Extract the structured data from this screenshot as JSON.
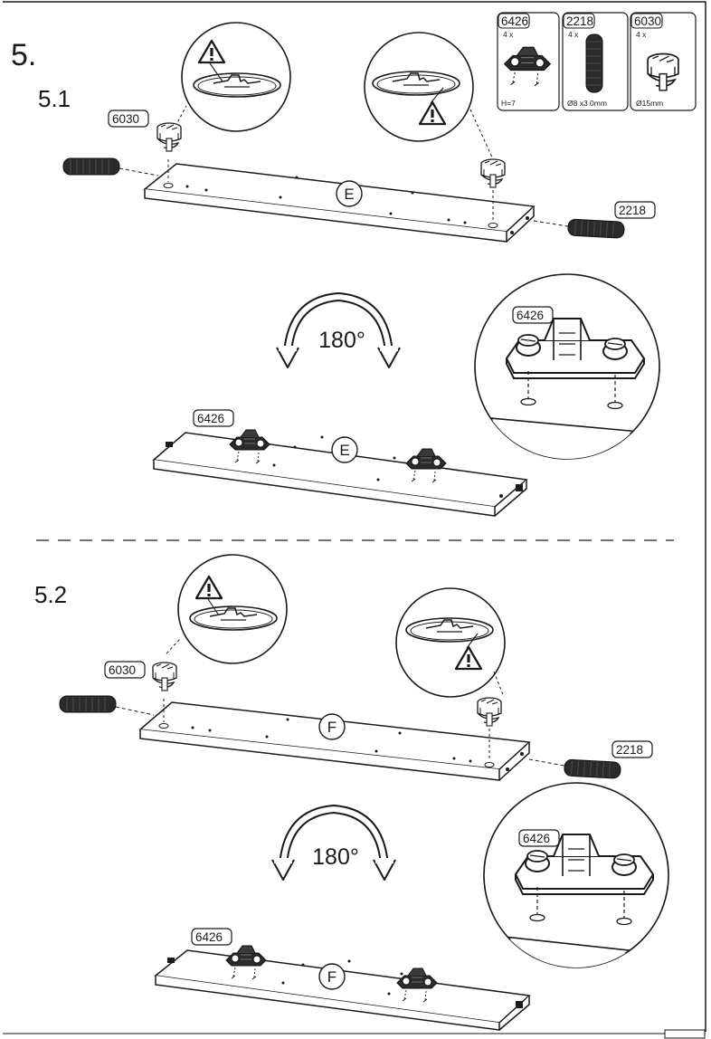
{
  "step": {
    "number": "5."
  },
  "parts": [
    {
      "code": "6426",
      "qty": "4 x",
      "note": "H=7"
    },
    {
      "code": "2218",
      "qty": "4 x",
      "note": "Ø8 x3 0mm"
    },
    {
      "code": "6030",
      "qty": "4 x",
      "note": "Ø15mm"
    }
  ],
  "sections": [
    {
      "label": "5.1",
      "panel": "E",
      "rotation": "180°",
      "cam_code": "6030",
      "dowel_code": "2218",
      "hinge_code": "6426",
      "hinge_detail_code": "6426"
    },
    {
      "label": "5.2",
      "panel": "F",
      "rotation": "180°",
      "cam_code": "6030",
      "dowel_code": "2218",
      "hinge_code": "6426",
      "hinge_detail_code": "6426"
    }
  ],
  "colors": {
    "ink": "#1a1a1a",
    "dowel": "#2b2b2b",
    "hatch": "#444444"
  }
}
